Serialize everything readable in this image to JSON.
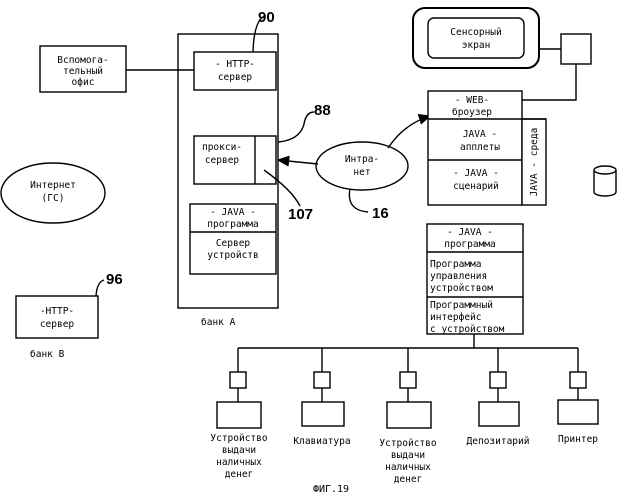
{
  "figure": {
    "caption": "ФИГ.19"
  },
  "refs": {
    "r90": "90",
    "r88": "88",
    "r107": "107",
    "r16": "16",
    "r96": "96"
  },
  "aux_office": [
    "Вспомога-",
    "тельный",
    "офис"
  ],
  "bank_a": {
    "label": "банк А",
    "http_server": [
      "- HTTP-",
      "сервер"
    ],
    "proxy_server": [
      "прокси-",
      "сервер"
    ],
    "java_program": [
      "- JAVA -",
      "программа"
    ],
    "device_server": [
      "Сервер",
      "устройств"
    ]
  },
  "internet": [
    "Интернет",
    "(ГС)"
  ],
  "intranet": [
    "Интра-",
    "нет"
  ],
  "bank_b": {
    "label": "банк В",
    "http_server": [
      "-HTTP-",
      "сервер"
    ]
  },
  "touchscreen": [
    "Сенсорный",
    "экран"
  ],
  "browser_stack": {
    "web_browser": [
      "- WEB-",
      "броузер"
    ],
    "java_applets": [
      "JAVA -",
      "апплеты"
    ],
    "java_script": [
      "- JAVA -",
      "сценарий"
    ],
    "java_env": "JAVA - среда"
  },
  "device_stack": {
    "java_program": [
      "- JAVA -",
      "программа"
    ],
    "device_mgmt": [
      "Программа",
      "управления",
      "устройством"
    ],
    "device_api": [
      "Программный",
      "интерфейс",
      "с устройством"
    ]
  },
  "devices": [
    {
      "label": [
        "Устройство",
        "выдачи",
        "наличных",
        "денег"
      ]
    },
    {
      "label": [
        "Клавиатура"
      ]
    },
    {
      "label": [
        "Устройство",
        "выдачи",
        "наличных",
        "денег"
      ]
    },
    {
      "label": [
        "Депозитарий"
      ]
    },
    {
      "label": [
        "Принтер"
      ]
    }
  ]
}
